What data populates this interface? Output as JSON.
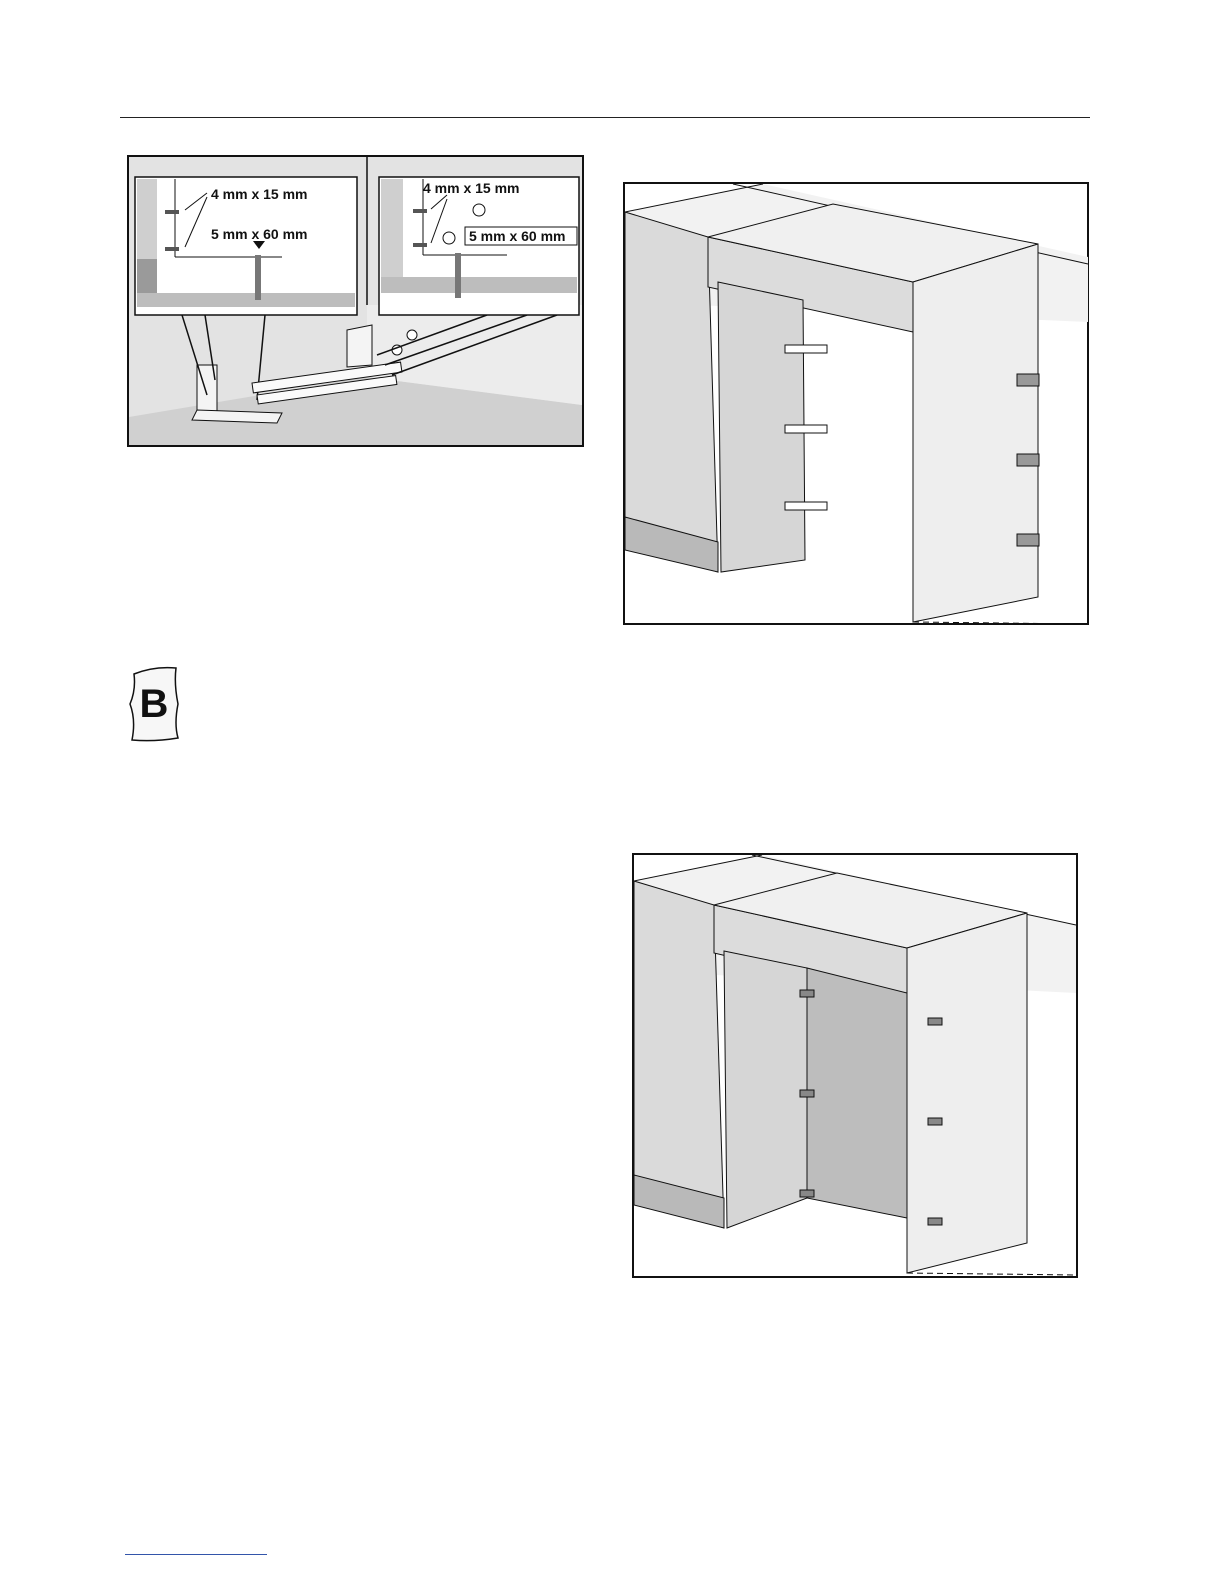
{
  "figure1": {
    "left_inset": {
      "label_small_screw": "4 mm x 15 mm",
      "label_large_screw": "5 mm x 60 mm"
    },
    "right_inset": {
      "label_small_screw": "4 mm x 15 mm",
      "label_large_screw": "5 mm x 60 mm"
    }
  },
  "bag": {
    "letter": "B"
  },
  "colors": {
    "line": "#1a1a1a",
    "panel_light": "#f2f2f2",
    "panel_mid": "#d9d9d9",
    "panel_dark": "#b5b5b5"
  }
}
